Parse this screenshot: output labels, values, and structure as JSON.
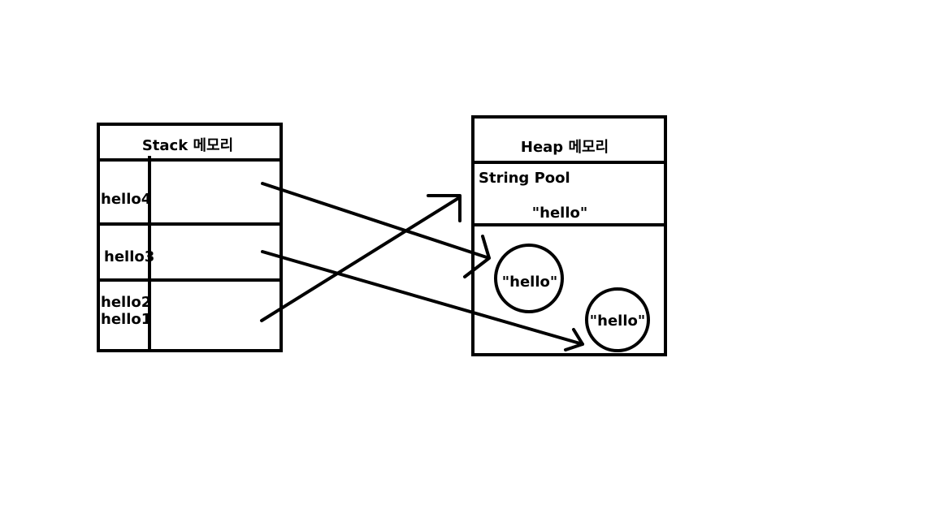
{
  "stack": {
    "title": "Stack 메모리",
    "vars": {
      "hello4": "hello4",
      "hello3": "hello3",
      "hello2": "hello2",
      "hello1": "hello1"
    }
  },
  "heap": {
    "title": "Heap 메모리",
    "string_pool": {
      "label": "String Pool",
      "literal": "\"hello\""
    },
    "objects": [
      {
        "label": "\"hello\""
      },
      {
        "label": "\"hello\""
      }
    ]
  },
  "references": [
    {
      "from": "hello4",
      "to": "heap-object-1"
    },
    {
      "from": "hello3",
      "to": "heap-object-2"
    },
    {
      "from": "hello2, hello1",
      "to": "string-pool-literal"
    }
  ]
}
